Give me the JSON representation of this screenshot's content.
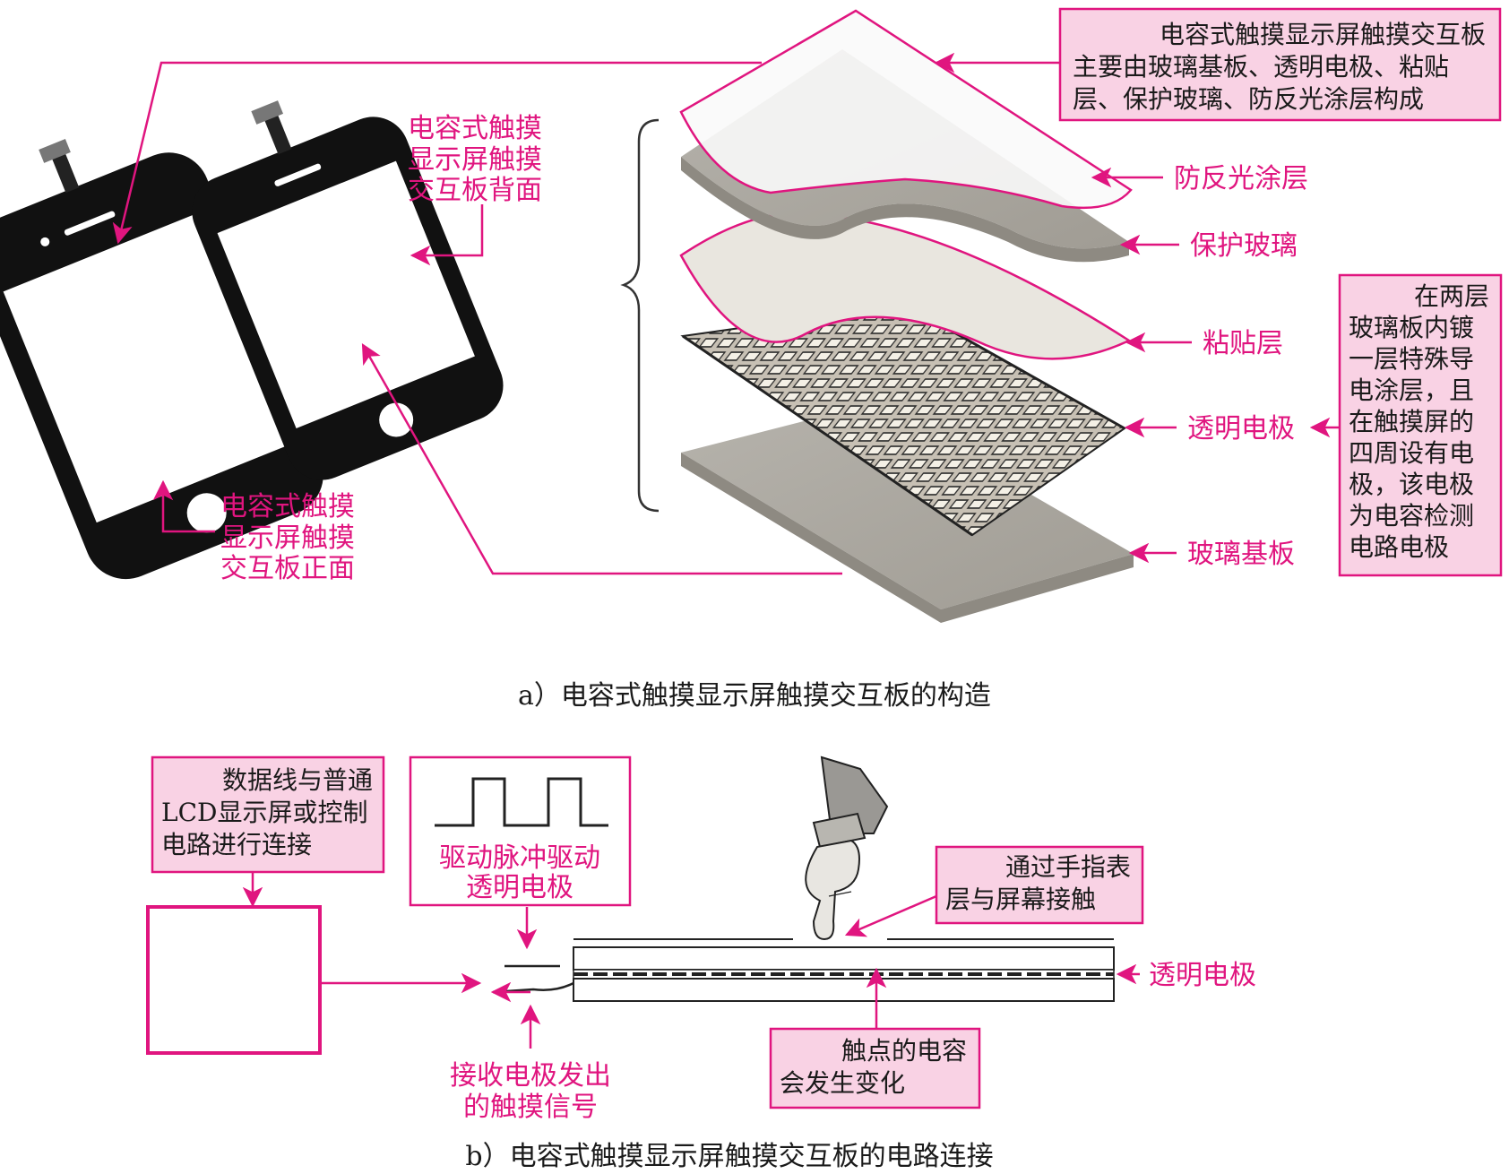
{
  "part_a": {
    "caption": "a）电容式触摸显示屏触摸交互板的构造",
    "summary_box": [
      "电容式触摸显示屏触摸交互板",
      "主要由玻璃基板、透明电极、粘贴",
      "层、保护玻璃、防反光涂层构成"
    ],
    "back_label": [
      "电容式触摸",
      "显示屏触摸",
      "交互板背面"
    ],
    "front_label": [
      "电容式触摸",
      "显示屏触摸",
      "交互板正面"
    ],
    "layers": [
      "防反光涂层",
      "保护玻璃",
      "粘贴层",
      "透明电极",
      "玻璃基板"
    ],
    "electrode_box": [
      "在两层",
      "玻璃板内镀",
      "一层特殊导",
      "电涂层，且",
      "在触摸屏的",
      "四周设有电",
      "极，该电极",
      "为电容检测",
      "电路电极"
    ]
  },
  "part_b": {
    "caption": "b）电容式触摸显示屏触摸交互板的电路连接",
    "data_line_box": [
      "数据线与普通",
      "LCD显示屏或控制",
      "电路进行连接"
    ],
    "drive_box": [
      "驱动脉冲驱动",
      "透明电极"
    ],
    "finger_box": [
      "通过手指表",
      "层与屏幕接触"
    ],
    "electrode_label": "透明电极",
    "receive_label": [
      "接收电极发出",
      "的触摸信号"
    ],
    "capacitance_box": [
      "触点的电容",
      "会发生变化"
    ]
  },
  "colors": {
    "accent": "#e0157f",
    "box_fill": "#f9d2e4"
  }
}
